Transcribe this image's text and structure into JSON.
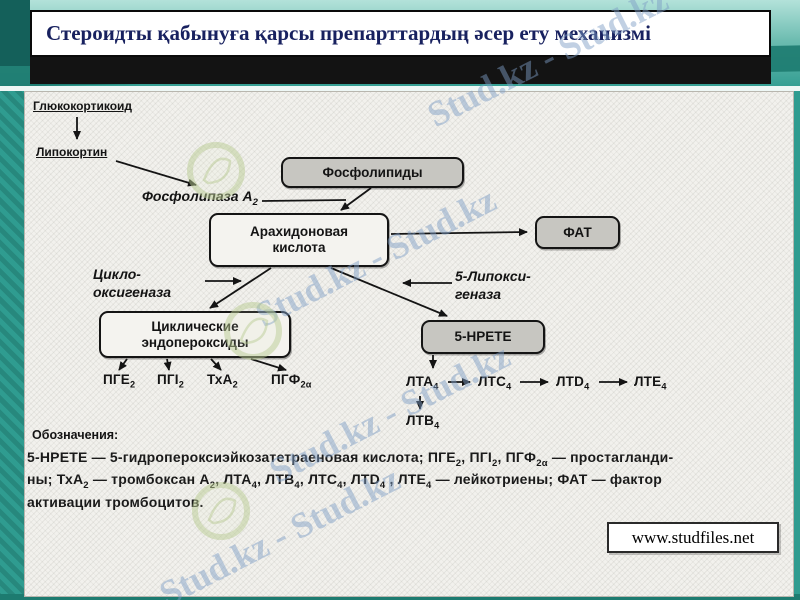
{
  "title": {
    "text": "Стероидты қабынуға қарсы препарттардың әсер ету механизмі"
  },
  "watermark": {
    "text": "Stud.kz - Stud.kz"
  },
  "diagram": {
    "labels": {
      "glucocorticoid": "Глюкокортикоид",
      "lipocortin": "Липокортин"
    },
    "enzymes": {
      "phospholipase": [
        {
          "t": "Фосфолипаза А"
        },
        {
          "s": "2"
        }
      ],
      "cyclooxygenase": [
        {
          "t": "Цикло-"
        },
        {
          "br": true
        },
        {
          "t": "оксигеназа"
        }
      ],
      "lipoxygenase": [
        {
          "t": "5-Липокси-"
        },
        {
          "br": true
        },
        {
          "t": "геназа"
        }
      ]
    },
    "boxes": {
      "phospholipids": "Фосфолипиды",
      "arachidonic": [
        {
          "t": "Арахидоновая"
        },
        {
          "br": true
        },
        {
          "t": "кислота"
        }
      ],
      "fat": "ФАТ",
      "cyclic": [
        {
          "t": "Циклические"
        },
        {
          "br": true
        },
        {
          "t": "эндопероксиды"
        }
      ],
      "hpete": "5-НРЕТЕ"
    },
    "products": {
      "pge2": [
        {
          "t": "ПГЕ"
        },
        {
          "s": "2"
        }
      ],
      "pgi2": [
        {
          "t": "ПГI"
        },
        {
          "s": "2"
        }
      ],
      "txa2": [
        {
          "t": "ТхА"
        },
        {
          "s": "2"
        }
      ],
      "pgf2a": [
        {
          "t": "ПГФ"
        },
        {
          "s": "2α"
        }
      ],
      "lta4": [
        {
          "t": "ЛТА"
        },
        {
          "s": "4"
        }
      ],
      "ltc4": [
        {
          "t": "ЛТС"
        },
        {
          "s": "4"
        }
      ],
      "ltd4": [
        {
          "t": "ЛТD"
        },
        {
          "s": "4"
        }
      ],
      "lte4": [
        {
          "t": "ЛТЕ"
        },
        {
          "s": "4"
        }
      ],
      "ltb4": [
        {
          "t": "ЛТВ"
        },
        {
          "s": "4"
        }
      ]
    }
  },
  "legend": {
    "heading": "Обозначения:",
    "body": [
      {
        "t": "5-НРЕТЕ — 5-гидропероксиэйкозатетраеновая кислота; ПГЕ"
      },
      {
        "s": "2"
      },
      {
        "t": ", ПГI"
      },
      {
        "s": "2"
      },
      {
        "t": ", ПГФ"
      },
      {
        "s": "2α"
      },
      {
        "t": " — простагланди-"
      },
      {
        "br": true
      },
      {
        "t": "ны; ТхА"
      },
      {
        "s": "2"
      },
      {
        "t": " — тромбоксан А"
      },
      {
        "s": "2"
      },
      {
        "t": ", ЛТА"
      },
      {
        "s": "4"
      },
      {
        "t": ", ЛТВ"
      },
      {
        "s": "4"
      },
      {
        "t": ", ЛТС"
      },
      {
        "s": "4"
      },
      {
        "t": ", ЛТD"
      },
      {
        "s": "4"
      },
      {
        "t": " , ЛТЕ"
      },
      {
        "s": "4"
      },
      {
        "t": " — лейкотриены; ФАТ — фактор"
      },
      {
        "br": true
      },
      {
        "t": "активации тромбоцитов."
      }
    ]
  },
  "footer": {
    "url": "www.studfiles.net"
  }
}
